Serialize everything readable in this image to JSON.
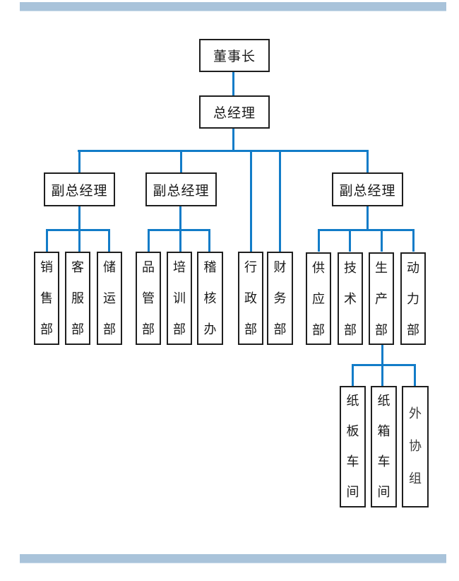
{
  "diagram": {
    "kind": "organization-chart",
    "decor": {
      "top_bar_color": "#a9c3da",
      "bottom_bar_color": "#a9c3da"
    },
    "colors": {
      "connector_blue": "#127cc8",
      "box_border": "#1f1f1f",
      "background": "#ffffff"
    },
    "nodes": {
      "chairman": {
        "label": "董事长",
        "parent": null
      },
      "gm": {
        "label": "总经理",
        "parent": "chairman"
      },
      "vgm1": {
        "label": "副总经理",
        "parent": "gm"
      },
      "vgm2": {
        "label": "副总经理",
        "parent": "gm"
      },
      "vgm3": {
        "label": "副总经理",
        "parent": "gm"
      },
      "sales": {
        "label": "销售部",
        "parent": "vgm1"
      },
      "service": {
        "label": "客服部",
        "parent": "vgm1"
      },
      "storage": {
        "label": "储运部",
        "parent": "vgm1"
      },
      "quality": {
        "label": "品管部",
        "parent": "vgm2"
      },
      "training": {
        "label": "培训部",
        "parent": "vgm2"
      },
      "audit": {
        "label": "稽核办",
        "parent": "vgm2"
      },
      "admin": {
        "label": "行政部",
        "parent": "gm"
      },
      "finance": {
        "label": "财务部",
        "parent": "gm"
      },
      "supply": {
        "label": "供应部",
        "parent": "vgm3"
      },
      "tech": {
        "label": "技术部",
        "parent": "vgm3"
      },
      "production": {
        "label": "生产部",
        "parent": "vgm3"
      },
      "power": {
        "label": "动力部",
        "parent": "vgm3"
      },
      "board_workshop": {
        "label": "纸板车间",
        "parent": "production"
      },
      "carton_workshop": {
        "label": "纸箱车间",
        "parent": "production"
      },
      "outsourcing": {
        "label": "外协组",
        "parent": "production"
      }
    }
  }
}
